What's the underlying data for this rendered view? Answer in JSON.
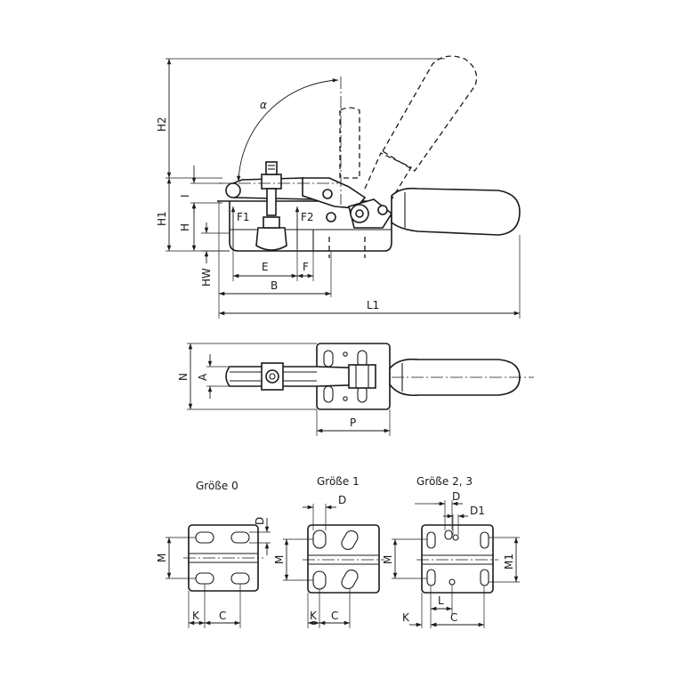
{
  "views": {
    "side": {
      "dims": {
        "h2": "H2",
        "h1": "H1",
        "h": "H",
        "i": "I",
        "hw": "HW",
        "e": "E",
        "f": "F",
        "b": "B",
        "l1": "L1",
        "alpha": "α"
      },
      "forces": {
        "f1": "F1",
        "f2": "F2"
      }
    },
    "top": {
      "dims": {
        "n": "N",
        "a": "A",
        "p": "P"
      }
    }
  },
  "base_plates": [
    {
      "title": "Größe 0",
      "dims": {
        "d": "D",
        "m": "M",
        "k": "K",
        "c": "C"
      }
    },
    {
      "title": "Größe 1",
      "dims": {
        "d": "D",
        "m": "M",
        "k": "K",
        "c": "C"
      }
    },
    {
      "title": "Größe 2, 3",
      "dims": {
        "d": "D",
        "d1": "D1",
        "m": "M",
        "m1": "M1",
        "l": "L",
        "k": "K",
        "c": "C"
      }
    }
  ],
  "colors": {
    "line": "#1a1a1a",
    "background": "#ffffff"
  }
}
